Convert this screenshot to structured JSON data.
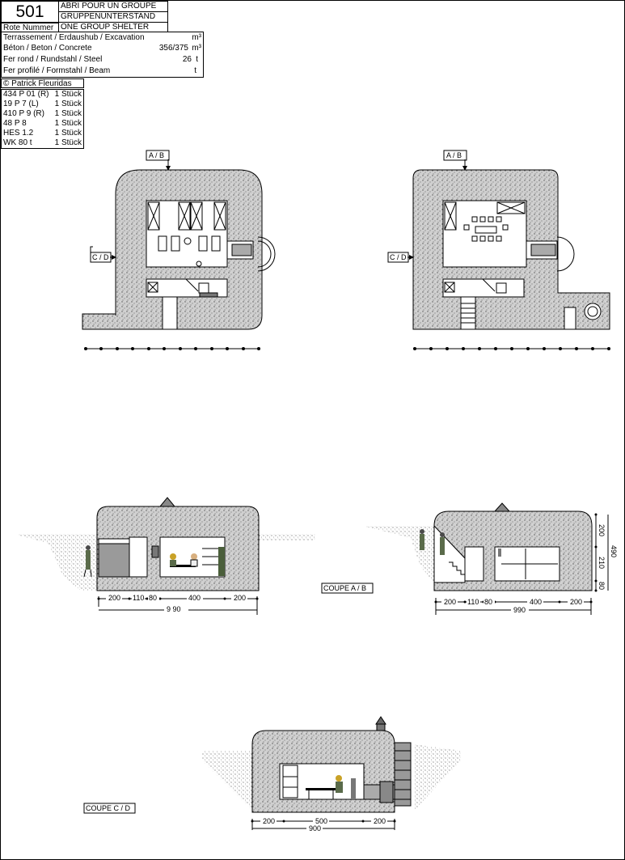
{
  "header": {
    "number": "501",
    "rote_label": "Rote Nummer",
    "title_fr": "ABRI POUR UN GROUPE",
    "title_de": "GRUPPENUNTERSTAND",
    "title_en": "ONE GROUP SHELTER"
  },
  "quantities": [
    {
      "label": "Terrassement / Erdaushub / Excavation",
      "value": "",
      "unit": "m³"
    },
    {
      "label": "Béton / Beton / Concrete",
      "value": "356/375",
      "unit": "m³"
    },
    {
      "label": "Fer rond / Rundstahl / Steel",
      "value": "26",
      "unit": "t"
    },
    {
      "label": "Fer profilé / Formstahl / Beam",
      "value": "",
      "unit": "t"
    }
  ],
  "author": "© Patrick Fleuridas",
  "components": [
    {
      "name": "434 P 01 (R)",
      "qty": "1 Stück"
    },
    {
      "name": "19 P 7 (L)",
      "qty": "1 Stück"
    },
    {
      "name": "410 P 9 (R)",
      "qty": "1 Stück"
    },
    {
      "name": "48 P 8",
      "qty": "1 Stück"
    },
    {
      "name": "HES 1.2",
      "qty": "1 Stück"
    },
    {
      "name": "WK 80 t",
      "qty": "1 Stück"
    }
  ],
  "labels": {
    "section_ab": "A / B",
    "section_cd": "C / D",
    "coupe_ab": "COUPE A / B",
    "coupe_cd": "COUPE C / D"
  },
  "dimensions": {
    "left_section": [
      "200",
      "110",
      "80",
      "400",
      "200"
    ],
    "left_total": "9 90",
    "right_section": [
      "200",
      "110",
      "80",
      "400",
      "200"
    ],
    "right_total": "990",
    "right_vertical": [
      "200",
      "210",
      "80"
    ],
    "right_vertical_total": "490",
    "cd_section": [
      "200",
      "500",
      "200"
    ],
    "cd_total": "900"
  },
  "colors": {
    "concrete": "#d9d9d9",
    "steel": "#9a9a9a",
    "dark": "#555555",
    "green_wall": "#4a5e3a"
  }
}
